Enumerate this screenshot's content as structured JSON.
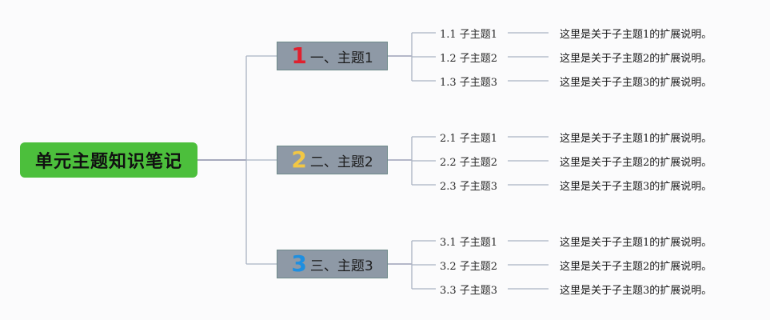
{
  "root": {
    "title": "单元主题知识笔记"
  },
  "topics": [
    {
      "num": "1",
      "numColor": "#e0202e",
      "label": "一、主题1",
      "subs": [
        {
          "label": "1.1 子主题1",
          "desc": "这里是关于子主题1的扩展说明。"
        },
        {
          "label": "1.2 子主题2",
          "desc": "这里是关于子主题2的扩展说明。"
        },
        {
          "label": "1.3 子主题3",
          "desc": "这里是关于子主题3的扩展说明。"
        }
      ]
    },
    {
      "num": "2",
      "numColor": "#f2c744",
      "label": "二、主题2",
      "subs": [
        {
          "label": "2.1 子主题1",
          "desc": "这里是关于子主题1的扩展说明。"
        },
        {
          "label": "2.2 子主题2",
          "desc": "这里是关于子主题2的扩展说明。"
        },
        {
          "label": "2.3 子主题3",
          "desc": "这里是关于子主题3的扩展说明。"
        }
      ]
    },
    {
      "num": "3",
      "numColor": "#1f8fe0",
      "label": "三、主题3",
      "subs": [
        {
          "label": "3.1 子主题1",
          "desc": "这里是关于子主题1的扩展说明。"
        },
        {
          "label": "3.2 子主题2",
          "desc": "这里是关于子主题2的扩展说明。"
        },
        {
          "label": "3.3 子主题3",
          "desc": "这里是关于子主题3的扩展说明。"
        }
      ]
    }
  ],
  "colors": {
    "root": "#4cbf3c",
    "topic": "#8e99a6",
    "line": "#aab3c2"
  }
}
